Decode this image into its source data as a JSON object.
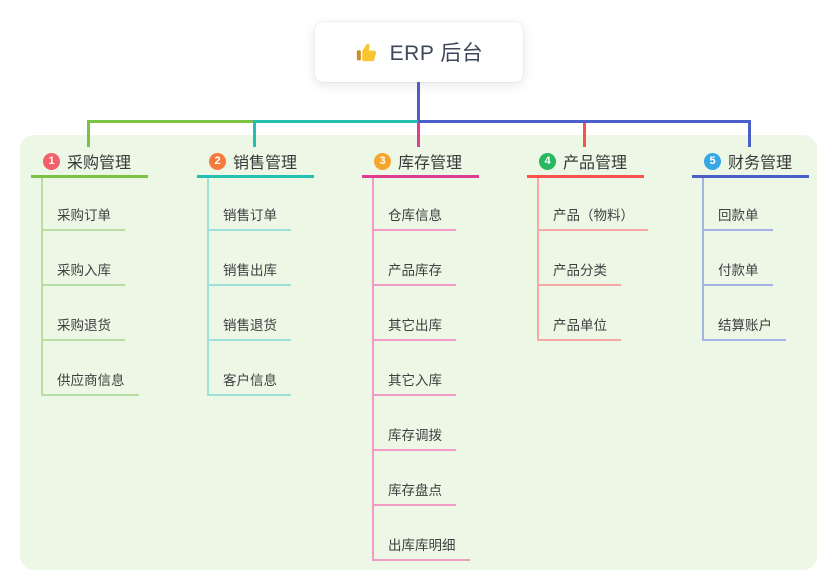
{
  "root": {
    "title": "ERP 后台",
    "icon": "thumbs-up-icon"
  },
  "colors": {
    "canvas_bg": "#ffffff",
    "panel_bg": "#ecf7e6",
    "root_text": "#3c4757",
    "branch_label_text": "#383838",
    "child_label_text": "#3f3f3f",
    "root_line": "#4a5fc9"
  },
  "branches": [
    {
      "badge": "1",
      "label": "采购管理",
      "badge_color": "#f2606b",
      "line_color": "#7cc243",
      "child_line_color": "#b9dda2",
      "children": [
        "采购订单",
        "采购入库",
        "采购退货",
        "供应商信息"
      ]
    },
    {
      "badge": "2",
      "label": "销售管理",
      "badge_color": "#f57b3d",
      "line_color": "#23c0b1",
      "child_line_color": "#9fe0d8",
      "children": [
        "销售订单",
        "销售出库",
        "销售退货",
        "客户信息"
      ]
    },
    {
      "badge": "3",
      "label": "库存管理",
      "badge_color": "#f5a62a",
      "line_color": "#df3e90",
      "child_line_color": "#f19cc7",
      "children": [
        "仓库信息",
        "产品库存",
        "其它出库",
        "其它入库",
        "库存调拨",
        "库存盘点",
        "出库库明细"
      ]
    },
    {
      "badge": "4",
      "label": "产品管理",
      "badge_color": "#27b95f",
      "line_color": "#f8534f",
      "child_line_color": "#f8a8a5",
      "children": [
        "产品（物料）",
        "产品分类",
        "产品单位"
      ]
    },
    {
      "badge": "5",
      "label": "财务管理",
      "badge_color": "#35a8e5",
      "line_color": "#4a5fc9",
      "child_line_color": "#a4b3e6",
      "children": [
        "回款单",
        "付款单",
        "结算账户"
      ]
    }
  ]
}
